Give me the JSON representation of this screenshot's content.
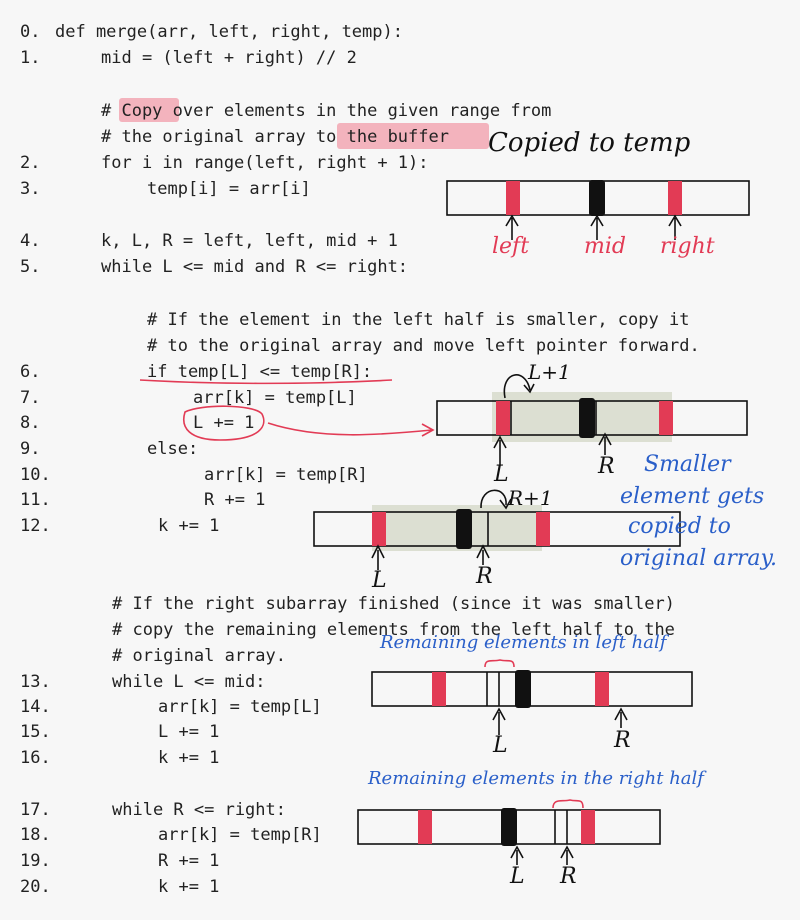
{
  "lines": [
    {
      "num": "0.",
      "text": "def merge(arr, left, right, temp):"
    },
    {
      "num": "1.",
      "text": "mid = (left + right) // 2"
    },
    {
      "num": "",
      "text": "# Copy over elements in the given range from"
    },
    {
      "num": "",
      "text": "# the original array to the buffer"
    },
    {
      "num": "2.",
      "text": "for i in range(left, right + 1):"
    },
    {
      "num": "3.",
      "text": "temp[i] = arr[i]"
    },
    {
      "num": "4.",
      "text": "k, L, R = left, left, mid + 1"
    },
    {
      "num": "5.",
      "text": "while L <= mid and R <= right:"
    },
    {
      "num": "",
      "text": "# If the element in the left half is smaller, copy it"
    },
    {
      "num": "",
      "text": "# to the original array and move left pointer forward."
    },
    {
      "num": "6.",
      "text": "if temp[L] <= temp[R]:"
    },
    {
      "num": "7.",
      "text": "arr[k] = temp[L]"
    },
    {
      "num": "8.",
      "text": "L += 1"
    },
    {
      "num": "9.",
      "text": "else:"
    },
    {
      "num": "10.",
      "text": "arr[k] = temp[R]"
    },
    {
      "num": "11.",
      "text": "R += 1"
    },
    {
      "num": "12.",
      "text": "k += 1"
    },
    {
      "num": "",
      "text": "# If the right subarray finished (since it was smaller)"
    },
    {
      "num": "",
      "text": "# copy the remaining elements from the left half to the"
    },
    {
      "num": "",
      "text": "# original array."
    },
    {
      "num": "13.",
      "text": "while L <= mid:"
    },
    {
      "num": "14.",
      "text": "arr[k] = temp[L]"
    },
    {
      "num": "15.",
      "text": "L += 1"
    },
    {
      "num": "16.",
      "text": "k += 1"
    },
    {
      "num": "17.",
      "text": "while R <= right:"
    },
    {
      "num": "18.",
      "text": "arr[k] = temp[R]"
    },
    {
      "num": "19.",
      "text": "R += 1"
    },
    {
      "num": "20.",
      "text": "k += 1"
    }
  ],
  "annotations": {
    "copied_to_temp": "Copied to temp",
    "left": "left",
    "mid": "mid",
    "right": "right",
    "l_plus_1": "L+1",
    "r_plus_1": "R+1",
    "pointer_L": "L",
    "pointer_R": "R",
    "smaller_note": [
      "Smaller",
      "element gets",
      "copied to",
      "original array."
    ],
    "remaining_left": "Remaining elements in left half",
    "remaining_right": "Remaining elements in the right half"
  },
  "colors": {
    "highlight": "#f3b3bd",
    "red_ink": "#e23b55",
    "blue_ink": "#2a5fc9",
    "shade": "#d8dccd"
  }
}
